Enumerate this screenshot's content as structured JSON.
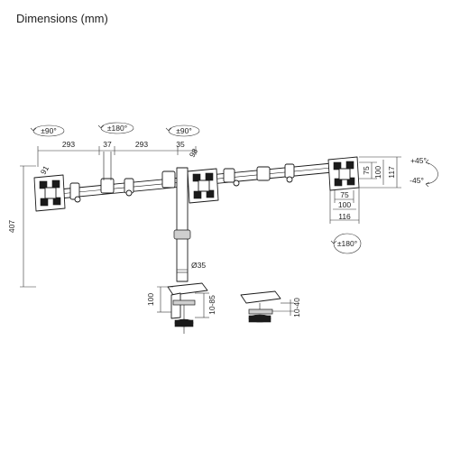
{
  "title": "Dimensions (mm)",
  "rotations": {
    "left_panel": "±90°",
    "center_arm": "±180°",
    "center_panel": "±90°",
    "right_panel_spin": "±180°",
    "tilt_up": "+45°",
    "tilt_down": "-45°"
  },
  "dims": {
    "arm_left": "293",
    "arm_mid": "37",
    "arm_right": "293",
    "joint": "35",
    "joint_offset": "98",
    "left_offset": "91",
    "height": "407",
    "pole_diameter": "Ø35",
    "clamp_height": "100",
    "clamp_range": "10-85",
    "grommet_range": "10-40",
    "vesa_75_h": "75",
    "vesa_100_h": "100",
    "vesa_117_h": "117",
    "vesa_75_w": "75",
    "vesa_100_w": "100",
    "vesa_116_w": "116"
  }
}
